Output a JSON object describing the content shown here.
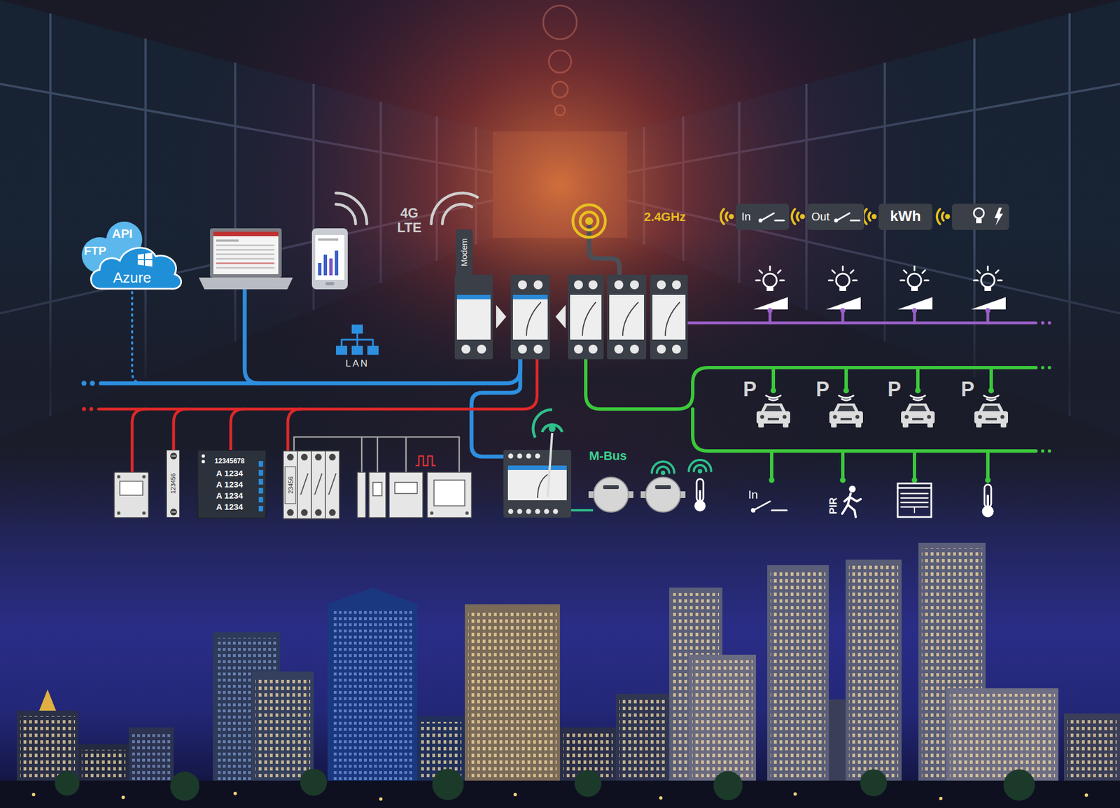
{
  "diagram": {
    "nodes": [
      {
        "text": [
          "API",
          "FTP",
          "Azure"
        ]
      },
      {
        "text": [
          "Modem"
        ]
      },
      {
        "text": [
          "In"
        ]
      },
      {
        "text": [
          "Out"
        ]
      },
      {
        "text": [
          "kWh"
        ]
      },
      {
        "text": [
          "123456"
        ]
      },
      {
        "text": [
          "12345678",
          "A 1234",
          "A 1234",
          "A 1234",
          "A 1234"
        ]
      },
      {
        "text": [
          "23456"
        ]
      }
    ],
    "labels": [
      "4G LTE",
      "LAN",
      "2.4GHz",
      "P",
      "P",
      "P",
      "P",
      "M-Bus",
      "In",
      "PIR"
    ]
  }
}
